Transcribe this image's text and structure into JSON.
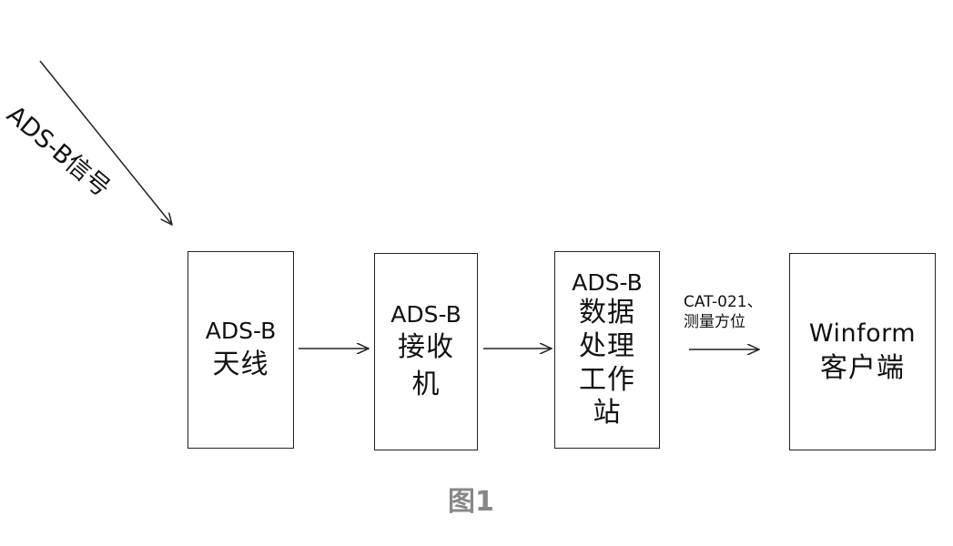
{
  "signal": {
    "label": "ADS-B信号"
  },
  "nodes": {
    "antenna": {
      "line1": "ADS-B",
      "line2": "天线"
    },
    "receiver": {
      "line1": "ADS-B",
      "line2": "接收",
      "line3": "机"
    },
    "station": {
      "line1": "ADS-B",
      "line2": "数据",
      "line3": "处理",
      "line4": "工作",
      "line5": "站"
    },
    "client": {
      "line1": "Winform",
      "line2": "客户端"
    }
  },
  "edges": {
    "station_to_client": {
      "line1": "CAT-021、",
      "line2": "测量方位"
    }
  },
  "caption": "图1",
  "colors": {
    "stroke": "#222222",
    "caption": "#888888"
  }
}
